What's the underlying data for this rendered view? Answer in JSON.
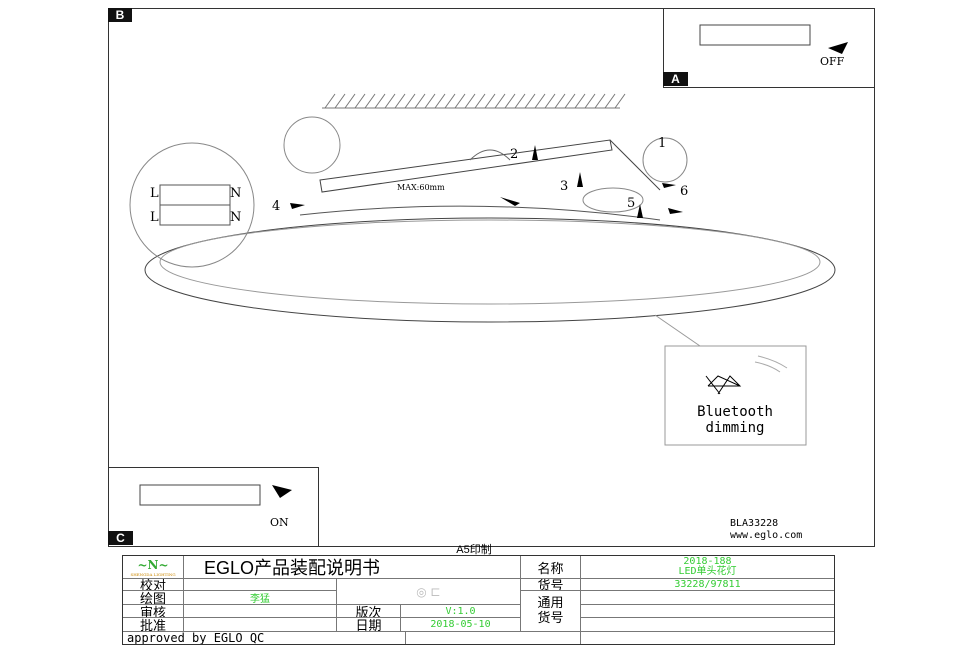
{
  "labels": {
    "b": "B",
    "a": "A",
    "c": "C"
  },
  "detail_a": {
    "state": "OFF"
  },
  "detail_c": {
    "state": "ON"
  },
  "callouts": [
    "1",
    "2",
    "3",
    "4",
    "5",
    "6"
  ],
  "terminal": {
    "l1": "L",
    "n1": "N",
    "l2": "L",
    "n2": "N"
  },
  "max_label": "MAX:60mm",
  "bluetooth": {
    "line1": "Bluetooth",
    "line2": "dimming"
  },
  "model": "BLA33228",
  "website": "www.eglo.com",
  "print_note": "A5印制",
  "title_block": {
    "logo_text": "SHENGDA LIGHTING",
    "title": "EGLO产品装配说明书",
    "rows": [
      {
        "label": "校对",
        "value": ""
      },
      {
        "label": "绘图",
        "value": "李猛"
      },
      {
        "label": "审核",
        "value": ""
      },
      {
        "label": "批准",
        "value": ""
      }
    ],
    "name_label": "名称",
    "name_value1": "2018-188",
    "name_value2": "LED单头花灯",
    "item_label": "货号",
    "item_value": "33228/97811",
    "common_label1": "通用",
    "common_label2": "货号",
    "version_label": "版次",
    "version_value": "V:1.0",
    "date_label": "日期",
    "date_value": "2018-05-10",
    "approved": "approved by EGLO QC"
  },
  "colors": {
    "accent_green": "#33cc33"
  }
}
